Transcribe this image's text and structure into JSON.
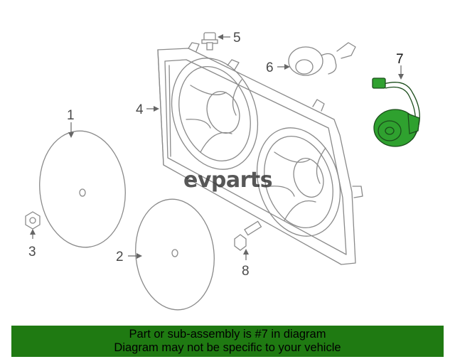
{
  "watermark": "evparts",
  "callouts": {
    "c1": "1",
    "c2": "2",
    "c3": "3",
    "c4": "4",
    "c5": "5",
    "c6": "6",
    "c7": "7",
    "c8": "8"
  },
  "highlighted_part": "7",
  "colors": {
    "highlight": "#2fa12f",
    "banner": "#1f7a12"
  },
  "banner": {
    "line1": "Part or sub-assembly is #7 in diagram",
    "line2": "Diagram may not be specific to your vehicle"
  }
}
